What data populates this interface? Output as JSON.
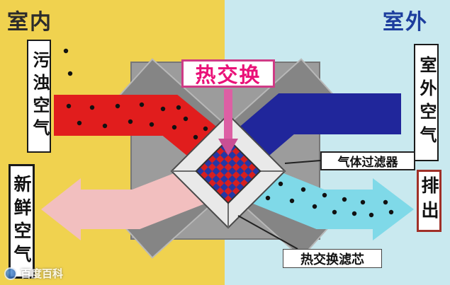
{
  "regions": {
    "indoor_label": "室内",
    "outdoor_label": "室外"
  },
  "labels": {
    "dirty_air": "污浊空气",
    "fresh_air": "新鲜空气",
    "outdoor_air": "室外空气",
    "exhaust": "排出",
    "heat_exchange": "热交换",
    "gas_filter": "气体过滤器",
    "heat_exchange_core": "热交换滤芯"
  },
  "watermark": {
    "text": "百度百科"
  },
  "colors": {
    "indoor_bg": "#f0d24f",
    "outdoor_bg": "#c9e9ef",
    "dirty_air_arrow": "#e11d1d",
    "outdoor_air_arrow": "#20269b",
    "fresh_air_arrow": "#f2bfbf",
    "exhaust_arrow": "#7fd9e8",
    "heat_exchange_accent": "#ea1178",
    "exchanger_gray": "#9c9c9c",
    "exhaust_box_border": "#a03028",
    "outdoor_title": "#1d3e9e"
  }
}
